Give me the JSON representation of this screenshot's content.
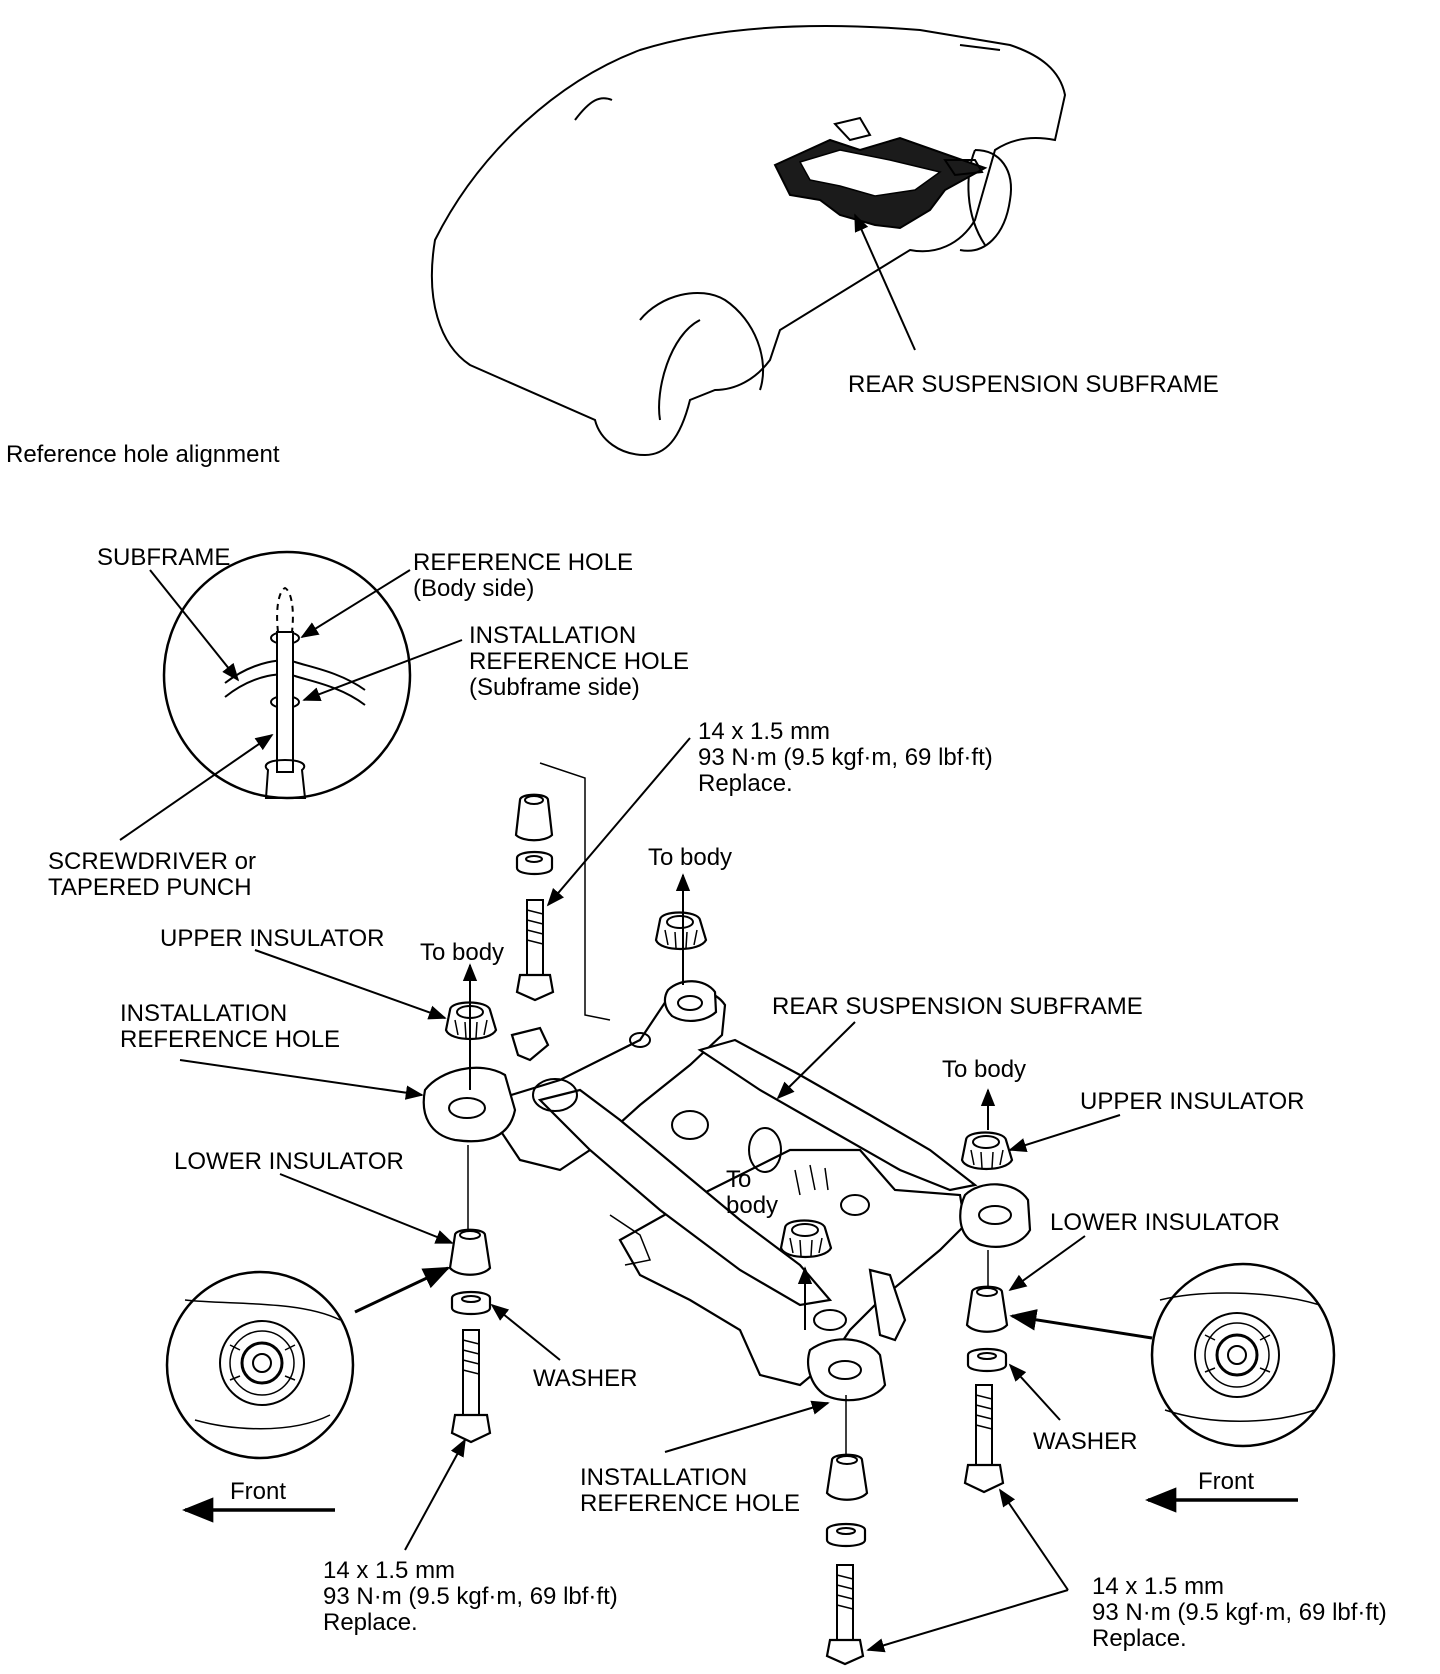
{
  "labels": {
    "rear_suspension_subframe_top": "REAR SUSPENSION SUBFRAME",
    "reference_hole_alignment": "Reference hole alignment",
    "subframe": "SUBFRAME",
    "reference_hole_l1": "REFERENCE HOLE",
    "reference_hole_l2": "(Body side)",
    "installation_ref_l1": "INSTALLATION",
    "installation_ref_l2": "REFERENCE HOLE",
    "installation_ref_l3": "(Subframe side)",
    "screwdriver_l1": "SCREWDRIVER or",
    "screwdriver_l2": "TAPERED PUNCH",
    "spec_top_l1": "14 x 1.5 mm",
    "spec_top_l2": "93 N·m (9.5 kgf·m, 69 lbf·ft)",
    "spec_top_l3": "Replace.",
    "to_body_1": "To body",
    "to_body_2": "To body",
    "to_body_3": "To body",
    "to_body_4_l1": "To",
    "to_body_4_l2": "body",
    "upper_insulator_left": "UPPER INSULATOR",
    "upper_insulator_right": "UPPER INSULATOR",
    "installation_ref_left_l1": "INSTALLATION",
    "installation_ref_left_l2": "REFERENCE HOLE",
    "rear_suspension_subframe_mid": "REAR SUSPENSION SUBFRAME",
    "lower_insulator_left": "LOWER INSULATOR",
    "lower_insulator_right": "LOWER INSULATOR",
    "washer_left": "WASHER",
    "washer_right": "WASHER",
    "front_left": "Front",
    "front_right": "Front",
    "installation_ref_bottom_l1": "INSTALLATION",
    "installation_ref_bottom_l2": "REFERENCE HOLE",
    "spec_bl_l1": "14 x 1.5 mm",
    "spec_bl_l2": "93 N·m (9.5 kgf·m, 69 lbf·ft)",
    "spec_bl_l3": "Replace.",
    "spec_br_l1": "14 x 1.5 mm",
    "spec_br_l2": "93 N·m (9.5 kgf·m, 69 lbf·ft)",
    "spec_br_l3": "Replace."
  }
}
